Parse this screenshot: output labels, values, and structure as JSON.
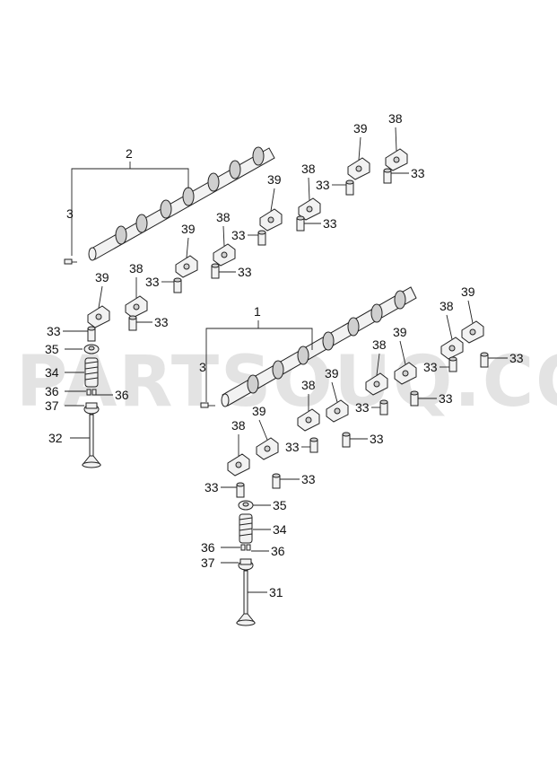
{
  "watermark": "PARTSOUQ.COM",
  "callouts": {
    "cam_upper": "2",
    "cam_lower": "1",
    "dowel_upper": "3",
    "dowel_lower": "3",
    "valve_upper": "32",
    "valve_lower": "31",
    "lifter": "33",
    "retainer": "35",
    "spring": "34",
    "collet": "36",
    "seat": "37",
    "rocker_a": "38",
    "rocker_b": "39"
  }
}
